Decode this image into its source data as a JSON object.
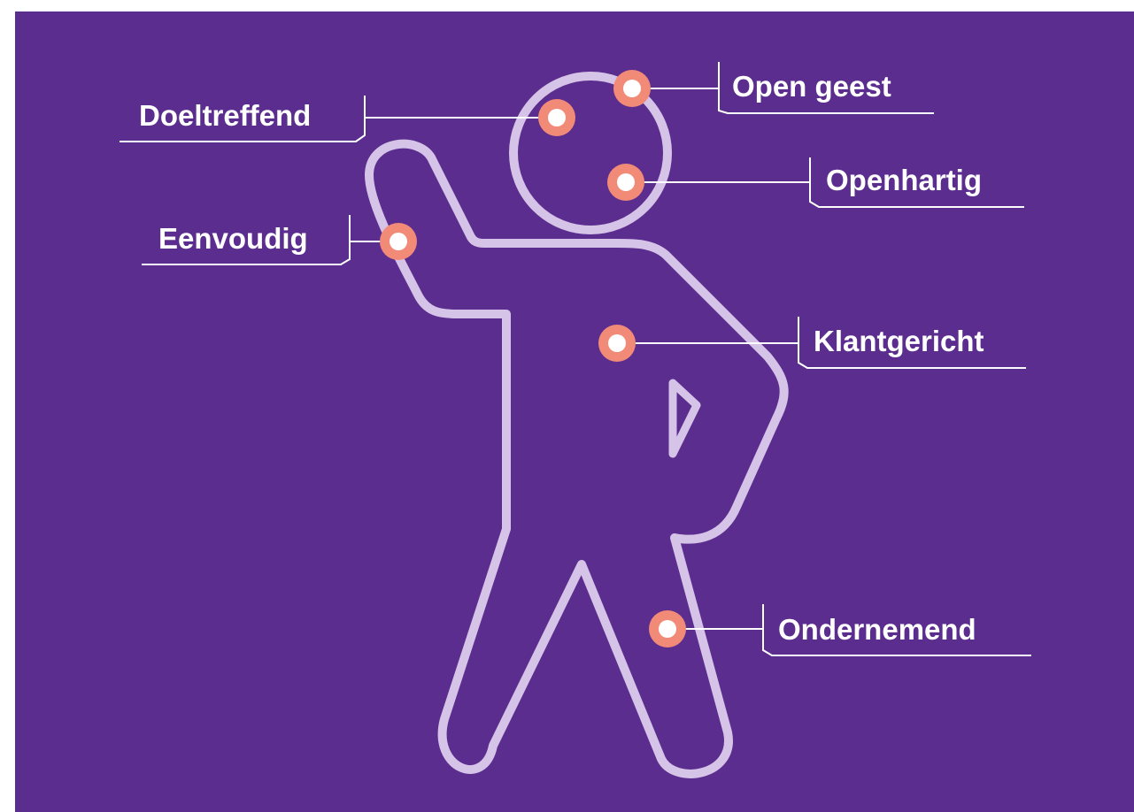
{
  "colors": {
    "background": "#5b2d8e",
    "outline": "#d6c4e8",
    "marker": "#f28a78",
    "marker_center": "#ffffff",
    "text": "#ffffff"
  },
  "traits": {
    "open_geest": "Open geest",
    "doeltreffend": "Doeltreffend",
    "openhartig": "Openhartig",
    "eenvoudig": "Eenvoudig",
    "klantgericht": "Klantgericht",
    "ondernemend": "Ondernemend"
  }
}
